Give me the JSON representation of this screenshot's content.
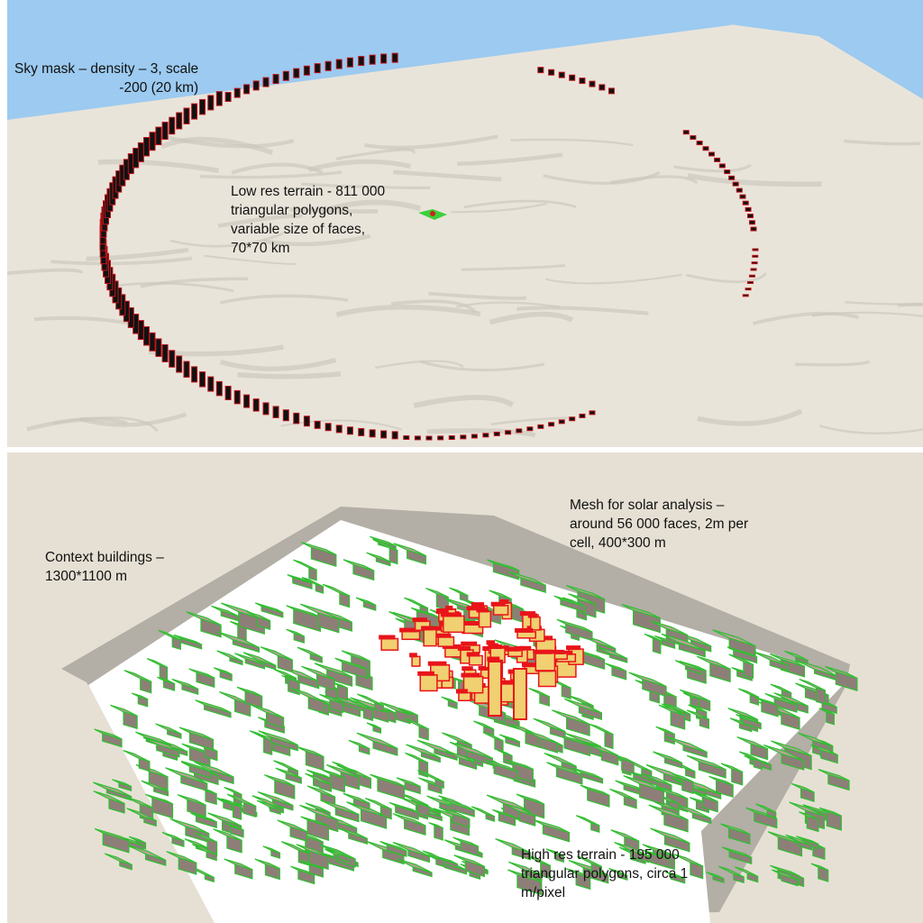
{
  "top_panel": {
    "sky_mask_label": "Sky mask – density – 3, scale\n-200 (20 km)",
    "low_res_label": "Low res terrain - 811 000\ntriangular polygons,\nvariable size of faces,\n70*70 km"
  },
  "bottom_panel": {
    "context_label": "Context buildings –\n1300*1100 m",
    "mesh_label": "Mesh for solar analysis –\naround 56 000 faces, 2m per\ncell, 400*300 m",
    "high_res_label": "High res terrain - 195 000\ntriangular polygons,  circa 1\nm/pixel"
  },
  "colors": {
    "sky": "#9ccaf0",
    "terrain": "#e9e4da",
    "sky_mask": "#c0141a",
    "building_outline": "#2fbf2f",
    "building_fill": "#b9a39c",
    "analysis_mesh": "#e8141a",
    "analysis_face": "#f0d070"
  }
}
